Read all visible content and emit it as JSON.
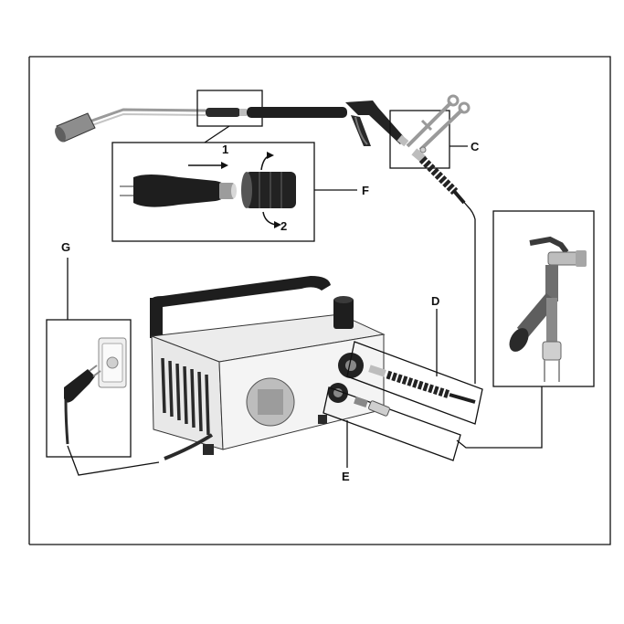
{
  "labels": {
    "step1": "1",
    "step2": "2",
    "C": "C",
    "D": "D",
    "E": "E",
    "F": "F",
    "G": "G"
  },
  "colors": {
    "line": "#111111",
    "dark": "#1e1e1e",
    "grey": "#8a8a8a",
    "light": "#d9d9d9",
    "body": "#f4f4f4"
  },
  "icons": [
    "spray-lance-icon",
    "trigger-gun-icon",
    "wrench-icon",
    "hose-icon",
    "pressure-washer-icon",
    "wall-socket-icon",
    "power-plug-icon",
    "water-tap-icon"
  ]
}
